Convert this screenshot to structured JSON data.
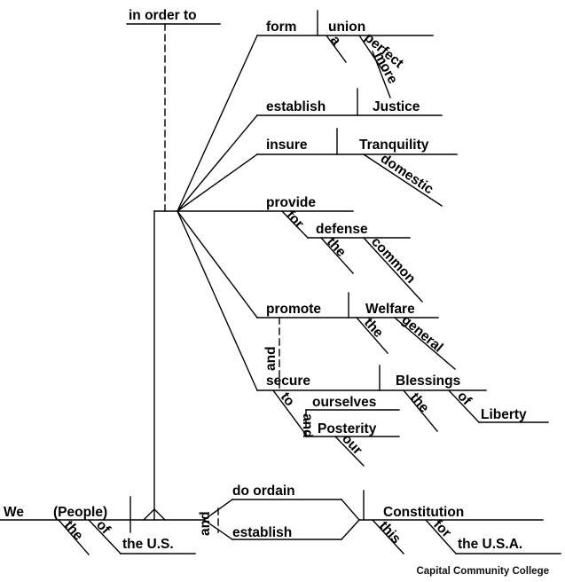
{
  "diagram": {
    "in_order_to": "in order to",
    "form": "form",
    "union": "union",
    "a": "a",
    "perfect": "perfect",
    "more": "more",
    "establish1": "establish",
    "justice": "Justice",
    "insure": "insure",
    "tranquility": "Tranquility",
    "domestic": "domestic",
    "provide": "provide",
    "for1": "for",
    "defense": "defense",
    "the1": "the",
    "common": "common",
    "promote": "promote",
    "welfare": "Welfare",
    "the2": "the",
    "general": "general",
    "and1": "and",
    "secure": "secure",
    "blessings": "Blessings",
    "the3": "the",
    "of1": "of",
    "liberty": "Liberty",
    "to": "to",
    "ourselves": "ourselves",
    "and2": "and",
    "posterity": "Posterity",
    "our": "our",
    "we": "We",
    "people": "(People)",
    "the4": "the",
    "of2": "of",
    "the_us": "the U.S.",
    "and3": "and",
    "do_ordain": "do ordain",
    "establish2": "establish",
    "constitution": "Constitution",
    "this": "this",
    "for2": "for",
    "the_usa": "the U.S.A."
  },
  "credit": "Capital Community College"
}
